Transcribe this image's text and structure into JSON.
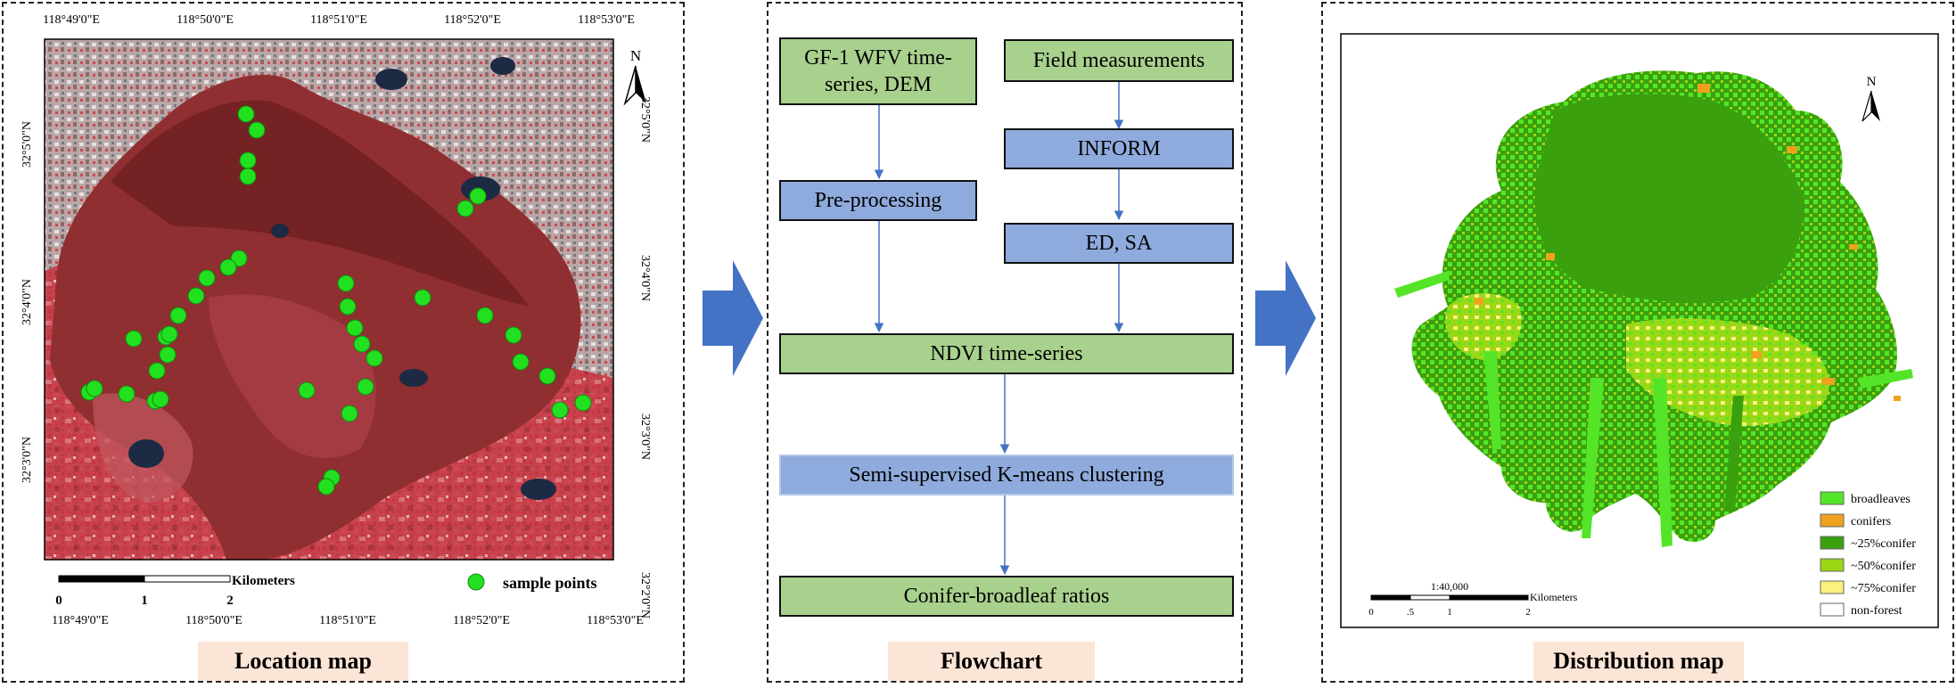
{
  "location_map": {
    "caption": "Location map",
    "top_ticks": [
      "118°49'0\"E",
      "118°50'0\"E",
      "118°51'0\"E",
      "118°52'0\"E",
      "118°53'0\"E"
    ],
    "bottom_ticks": [
      "118°49'0\"E",
      "118°50'0\"E",
      "118°51'0\"E",
      "118°52'0\"E",
      "118°53'0\"E"
    ],
    "left_ticks": [
      "32°5'0\"N",
      "32°4'0\"N",
      "32°3'0\"N"
    ],
    "right_ticks": [
      "32°5'0\"N",
      "32°4'0\"N",
      "32°3'0\"N",
      "32°2'0\"N"
    ],
    "north": "N",
    "scale_unit": "Kilometers",
    "scale_labels": [
      "0",
      "1",
      "2"
    ],
    "legend_label": "sample points",
    "colors": {
      "point": "#22e01f",
      "image": "#8f2f31"
    }
  },
  "flowchart": {
    "caption": "Flowchart",
    "nodes": {
      "gf1": "GF-1 WFV time-series, DEM",
      "field": "Field measurements",
      "inform": "INFORM",
      "pre": "Pre-processing",
      "edsa": "ED, SA",
      "ndvi": "NDVI time-series",
      "kmeans": "Semi-supervised K-means clustering",
      "ratios": "Conifer-broadleaf ratios"
    },
    "colors": {
      "green": "#a9d18e",
      "blue": "#8faadc",
      "arrow": "#4472c4",
      "chevron": "#4472c4"
    }
  },
  "distribution_map": {
    "caption": "Distribution map",
    "north": "N",
    "scale_ratio": "1:40,000",
    "scale_unit": "Kilometers",
    "scale_labels": [
      "0",
      ".5",
      "1",
      "2"
    ],
    "legend": [
      {
        "label": "broadleaves",
        "color": "#55e528"
      },
      {
        "label": "conifers",
        "color": "#f0a11d"
      },
      {
        "label": "~25%conifer",
        "color": "#3aa00e"
      },
      {
        "label": "~50%conifer",
        "color": "#9ad816"
      },
      {
        "label": "~75%conifer",
        "color": "#fbf07c"
      },
      {
        "label": "non-forest",
        "color": "#ffffff"
      }
    ]
  }
}
